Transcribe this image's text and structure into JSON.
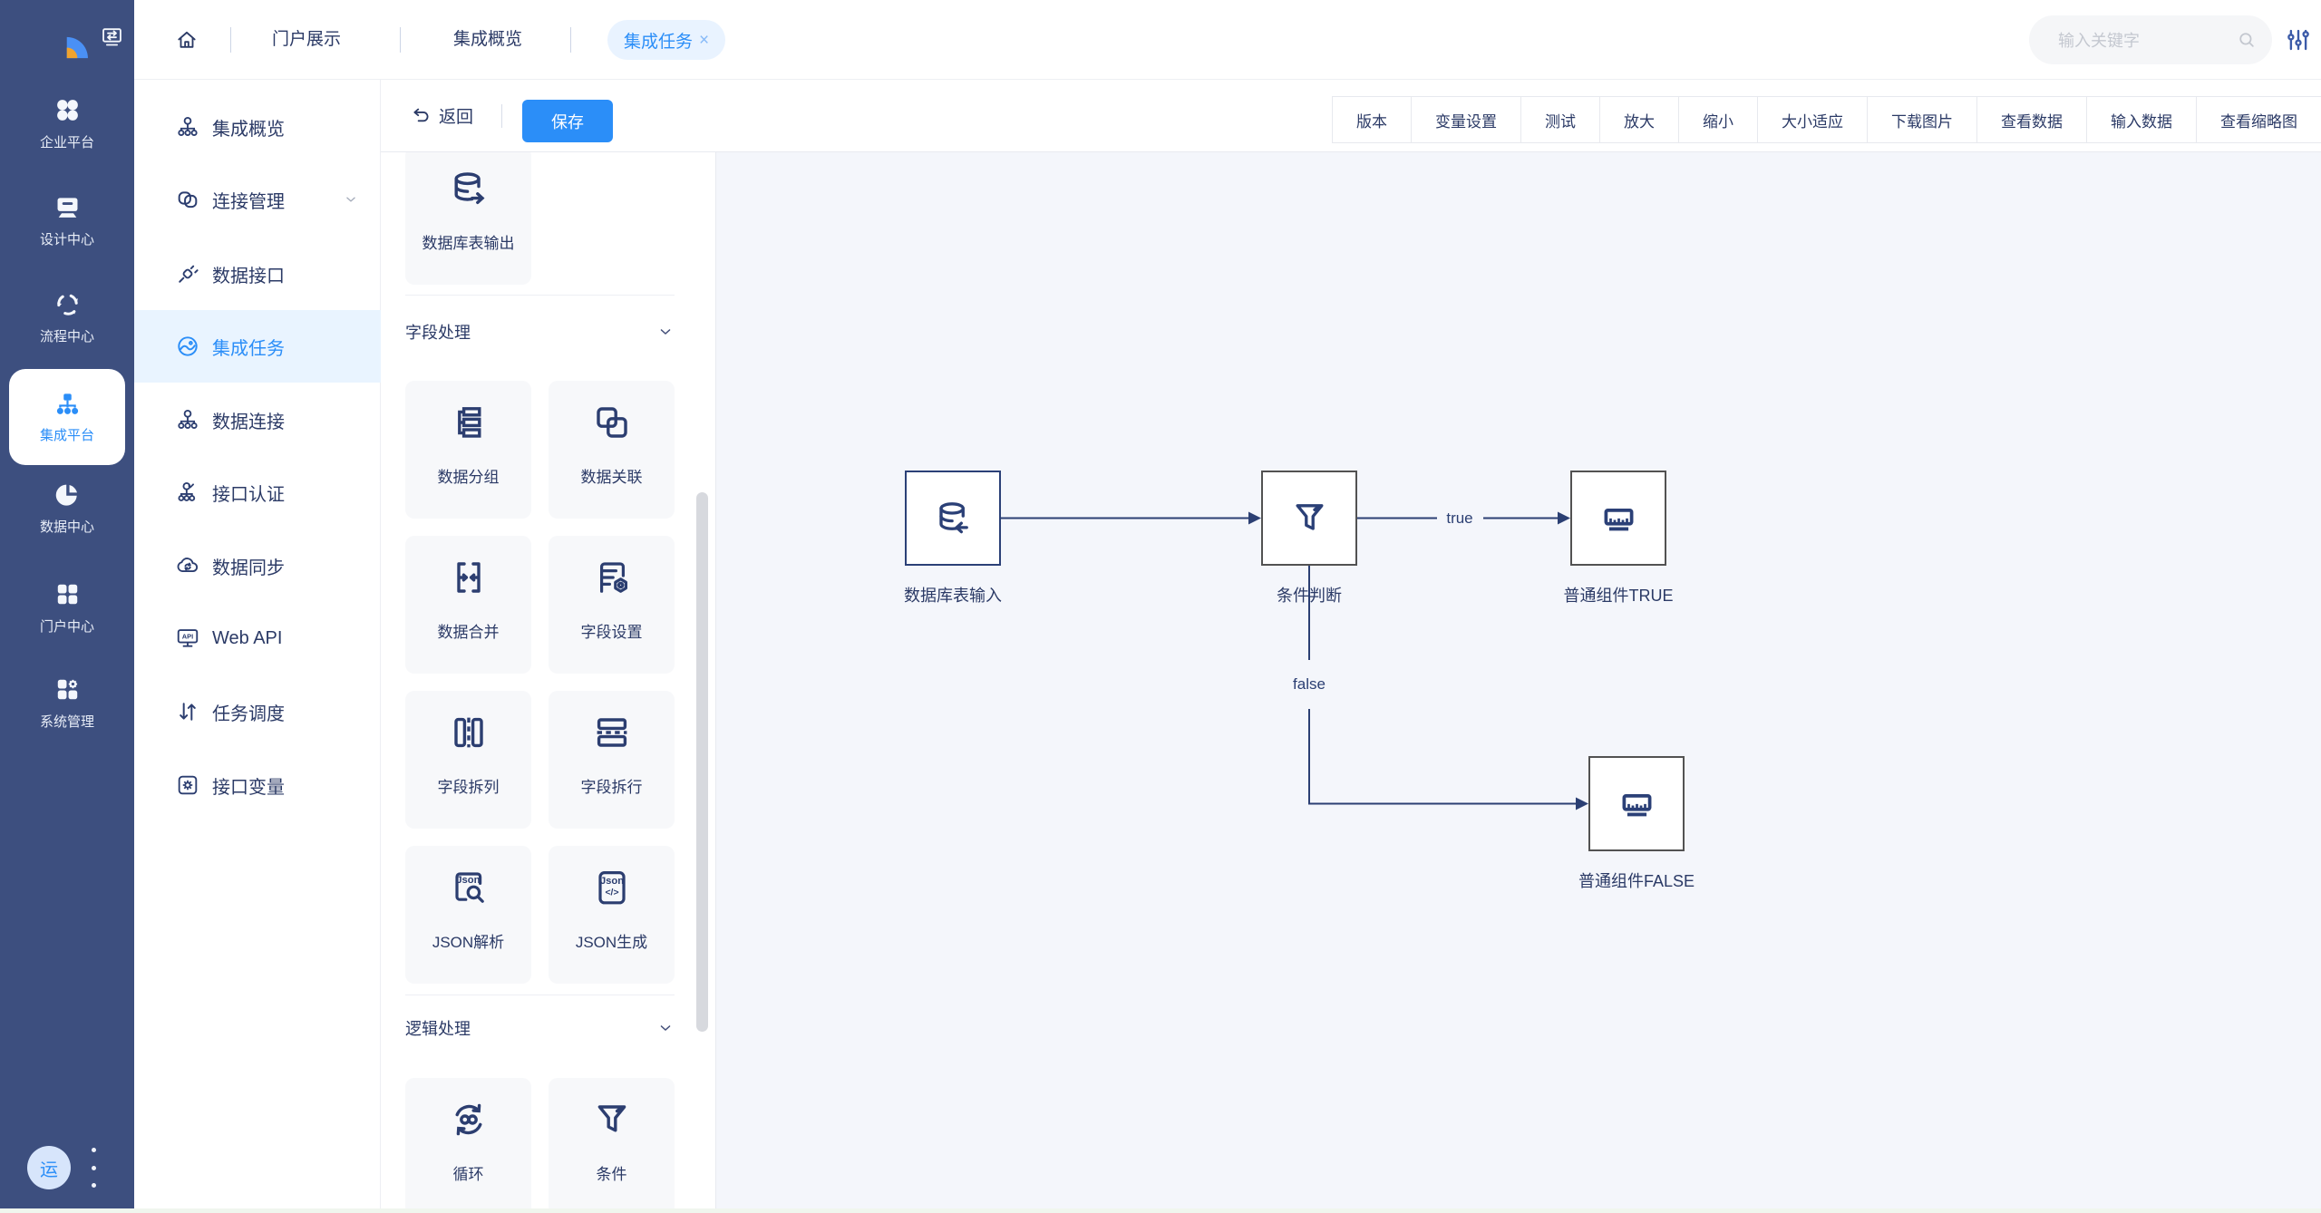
{
  "topbar": {
    "tabs": [
      {
        "label": "门户展示"
      },
      {
        "label": "集成概览"
      },
      {
        "label": "集成任务",
        "close": "×"
      }
    ],
    "search_placeholder": "输入关键字"
  },
  "primary_sidebar": {
    "items": [
      {
        "label": "企业平台",
        "icon": "grid-circles"
      },
      {
        "label": "设计中心",
        "icon": "design-monitor"
      },
      {
        "label": "流程中心",
        "icon": "process-cycle"
      },
      {
        "label": "集成平台",
        "icon": "integration-network",
        "active": true
      },
      {
        "label": "数据中心",
        "icon": "pie-chart"
      },
      {
        "label": "门户中心",
        "icon": "grid-squares"
      },
      {
        "label": "系统管理",
        "icon": "grid-gear"
      }
    ],
    "avatar_text": "运"
  },
  "secondary_sidebar": {
    "items": [
      {
        "label": "集成概览",
        "icon": "org-tree"
      },
      {
        "label": "连接管理",
        "icon": "link-rings",
        "expandable": true
      },
      {
        "label": "数据接口",
        "icon": "plug"
      },
      {
        "label": "集成任务",
        "icon": "image-circle",
        "active": true
      },
      {
        "label": "数据连接",
        "icon": "org-tree"
      },
      {
        "label": "接口认证",
        "icon": "org-tree-check"
      },
      {
        "label": "数据同步",
        "icon": "cloud-sync"
      },
      {
        "label": "Web API",
        "icon": "api-monitor"
      },
      {
        "label": "任务调度",
        "icon": "sort-arrows"
      },
      {
        "label": "接口变量",
        "icon": "square-gear"
      }
    ]
  },
  "toolbar": {
    "back_label": "返回",
    "save_label": "保存",
    "actions": [
      {
        "label": "版本"
      },
      {
        "label": "变量设置"
      },
      {
        "label": "测试"
      },
      {
        "label": "放大"
      },
      {
        "label": "缩小"
      },
      {
        "label": "大小适应"
      },
      {
        "label": "下载图片"
      },
      {
        "label": "查看数据"
      },
      {
        "label": "输入数据"
      },
      {
        "label": "查看缩略图"
      }
    ]
  },
  "palette": {
    "top_item": {
      "label": "数据库表输出",
      "icon": "database-output"
    },
    "sections": [
      {
        "title": "字段处理",
        "items": [
          {
            "label": "数据分组",
            "icon": "data-group"
          },
          {
            "label": "数据关联",
            "icon": "data-relate"
          },
          {
            "label": "数据合并",
            "icon": "data-merge"
          },
          {
            "label": "字段设置",
            "icon": "field-settings"
          },
          {
            "label": "字段拆列",
            "icon": "split-columns"
          },
          {
            "label": "字段拆行",
            "icon": "split-rows"
          },
          {
            "label": "JSON解析",
            "icon": "json-parse"
          },
          {
            "label": "JSON生成",
            "icon": "json-generate"
          }
        ]
      },
      {
        "title": "逻辑处理",
        "items": [
          {
            "label": "循环",
            "icon": "loop"
          },
          {
            "label": "条件",
            "icon": "condition-funnel"
          }
        ]
      }
    ]
  },
  "canvas": {
    "nodes": [
      {
        "label": "数据库表输入",
        "icon": "database-input"
      },
      {
        "label": "条件判断",
        "icon": "condition-funnel"
      },
      {
        "label": "普通组件TRUE",
        "icon": "component"
      },
      {
        "label": "普通组件FALSE",
        "icon": "component"
      }
    ],
    "edges": {
      "true_label": "true",
      "false_label": "false"
    }
  },
  "colors": {
    "accent": "#2b8ef8",
    "sidebar_bg": "#3d4f7f",
    "navy_text": "#2b3a66",
    "canvas_bg": "#f4f6fb",
    "active_item_bg": "#e9f4ff",
    "node_border_blue": "#2b4077",
    "node_border_gray": "#525252",
    "edge_color": "#2b3f73"
  }
}
